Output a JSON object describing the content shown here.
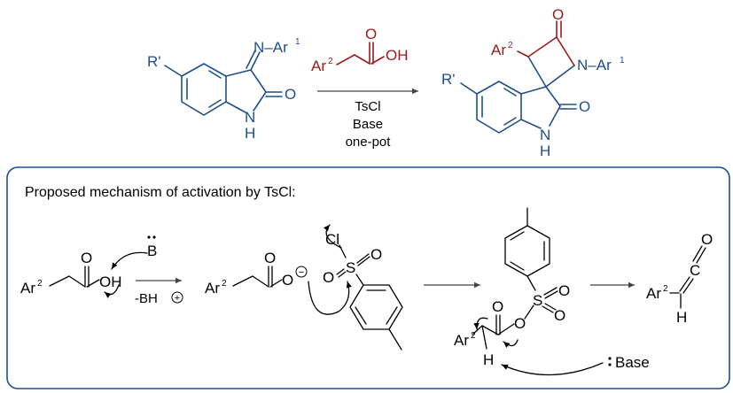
{
  "scheme": {
    "isatin_imine": {
      "r_prime": "R'",
      "n_ar1": "N–Ar",
      "ar_sup": "1",
      "o": "O",
      "n": "N",
      "h": "H"
    },
    "acid_reagent": {
      "o": "O",
      "oh": "OH",
      "ar2": "Ar",
      "ar_sup": "2"
    },
    "conditions": [
      "TsCl",
      "Base",
      "one-pot"
    ],
    "spiro_product": {
      "ar2": "Ar",
      "ar2_sup": "2",
      "o_top": "O",
      "n_ar1": "N–Ar",
      "ar1_sup": "1",
      "r_prime": "R'",
      "o": "O",
      "n": "N",
      "h": "H"
    }
  },
  "mechanism": {
    "title": "Proposed mechanism of activation by TsCl:",
    "step1": {
      "o": "O",
      "oh": "OH",
      "ar2": "Ar",
      "ar_sup": "2",
      "base": "B",
      "byproduct": "-BH",
      "plus": "+"
    },
    "step2": {
      "o": "O",
      "o_minus": "O",
      "ar2": "Ar",
      "ar_sup": "2",
      "minus": "−",
      "cl": "Cl",
      "s": "S",
      "o_s1": "O",
      "o_s2": "O"
    },
    "step3": {
      "s": "S",
      "o_s1": "O",
      "o_s2": "O",
      "o_ester": "O",
      "o_carbonyl": "O",
      "ar2": "Ar",
      "ar_sup": "2",
      "h": "H",
      "base": "Base"
    },
    "ketene": {
      "ar2": "Ar",
      "ar_sup": "2",
      "c": "C",
      "o": "O",
      "h": "H"
    }
  },
  "colors": {
    "substrate_blue": "#1f4e8c",
    "reagent_red": "#9b1b1b",
    "box_border": "#1f4e8c",
    "arrow_gray": "#444444"
  }
}
